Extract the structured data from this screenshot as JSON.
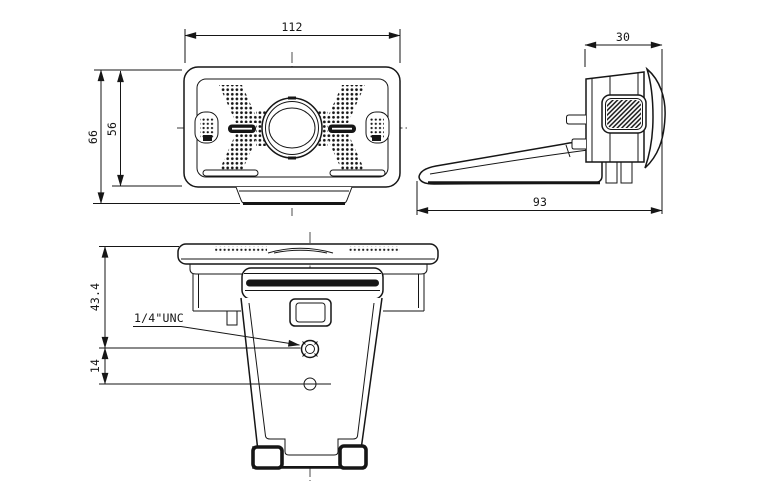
{
  "drawing": {
    "background_color": "#ffffff",
    "line_color": "#161616",
    "views": {
      "front": {
        "width": "112",
        "overall_height": "66",
        "body_height": "56"
      },
      "side": {
        "depth": "30",
        "length": "93"
      },
      "bottom": {
        "mount_height": "43.4",
        "hole_offset": "14",
        "thread_label": "1/4\"UNC"
      }
    }
  }
}
